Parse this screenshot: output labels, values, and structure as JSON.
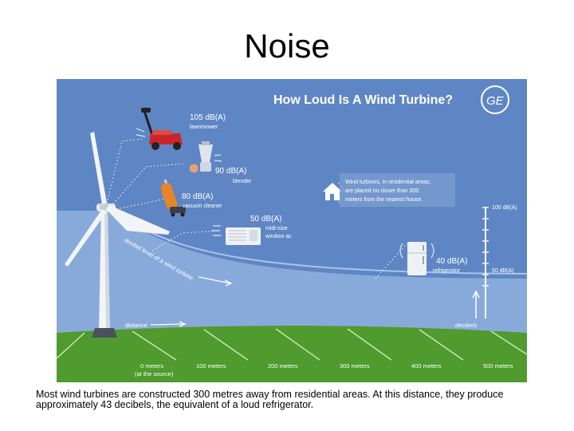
{
  "slide": {
    "title": "Noise",
    "caption_line1": "Most wind turbines are constructed 300 metres away from residential areas. At this distance, they produce",
    "caption_line2": "approximately 43 decibels, the equivalent of a loud refrigerator."
  },
  "infographic": {
    "title": "How Loud Is A Wind Turbine?",
    "logo_text": "GE",
    "sources": [
      {
        "level": "105 dB(A)",
        "name": "lawnmower",
        "icon": "lawnmower-icon"
      },
      {
        "level": "90 dB(A)",
        "name": "blender",
        "icon": "blender-icon"
      },
      {
        "level": "80 dB(A)",
        "name": "vacuum cleaner",
        "icon": "vacuum-icon"
      },
      {
        "level": "50 dB(A)",
        "name": "midi-size",
        "name2": "window ac",
        "icon": "air-conditioner-icon"
      },
      {
        "level": "40 dB(A)",
        "name": "refrigerator",
        "icon": "refrigerator-icon"
      }
    ],
    "house_note": [
      "Wind turbines, in residential areas,",
      "are placed no closer than 300",
      "meters from the nearest house."
    ],
    "curve_label": "decibel level of a wind turbine",
    "distance_label": "distance",
    "decibels_label": "decibels",
    "scale_labels": [
      "100 dB(A)",
      "50 dB(A)"
    ],
    "distance_ticks": [
      "0 meters",
      "100 meters",
      "200 meters",
      "300 meters",
      "400 meters",
      "500 meters"
    ],
    "distance_tick_note": "(at the source)"
  },
  "colors": {
    "sky": "#5f86c4",
    "band": "#8fb0df",
    "grass": "#4f9b2e",
    "label_orange": "#ffffff"
  }
}
